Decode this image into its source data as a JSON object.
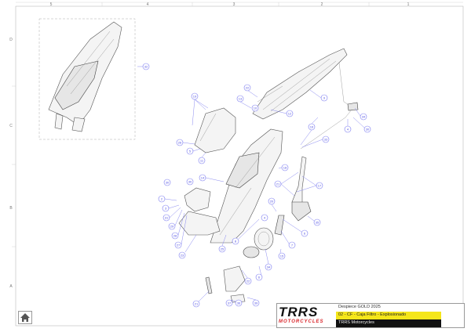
{
  "frame": {
    "columns": [
      "5",
      "4",
      "3",
      "2",
      "1"
    ],
    "rows": [
      "D",
      "C",
      "B",
      "A"
    ]
  },
  "callouts": {
    "c32": "32",
    "c19": "19",
    "c22a": "22",
    "c13": "13",
    "c9": "9",
    "c12": "12",
    "c26": "26",
    "c5": "5",
    "c11": "11",
    "c16": "16",
    "c33": "33",
    "c34a": "34",
    "c30a": "30",
    "c4a": "4",
    "c14": "14",
    "c30b": "30",
    "c30c": "30",
    "c2": "2",
    "c3": "3",
    "c31": "31",
    "c29": "29",
    "c28": "28",
    "c27": "27",
    "c23": "23",
    "c25": "25",
    "c8": "8",
    "c18a": "18",
    "c21a": "21",
    "c17": "17",
    "c20": "20",
    "c35": "35",
    "c6a": "6",
    "c7": "7",
    "c15": "15",
    "c4b": "4",
    "c34b": "34",
    "c22b": "22",
    "c6b": "6",
    "c21b": "21",
    "c37": "37",
    "c36": "36",
    "c39": "39",
    "c10": "10"
  },
  "title_block": {
    "brand": "TRRS",
    "brand_sub": "MOTORCYCLES",
    "project": "Despiece GOLD 2025",
    "drawing_title": "02 - CF - Caja Filtro - Explosionado",
    "company": "TRRS Motorcycles",
    "accent_yellow": "#f5e61a",
    "accent_red": "#d9262b"
  },
  "icons": {
    "home": "home-icon"
  }
}
